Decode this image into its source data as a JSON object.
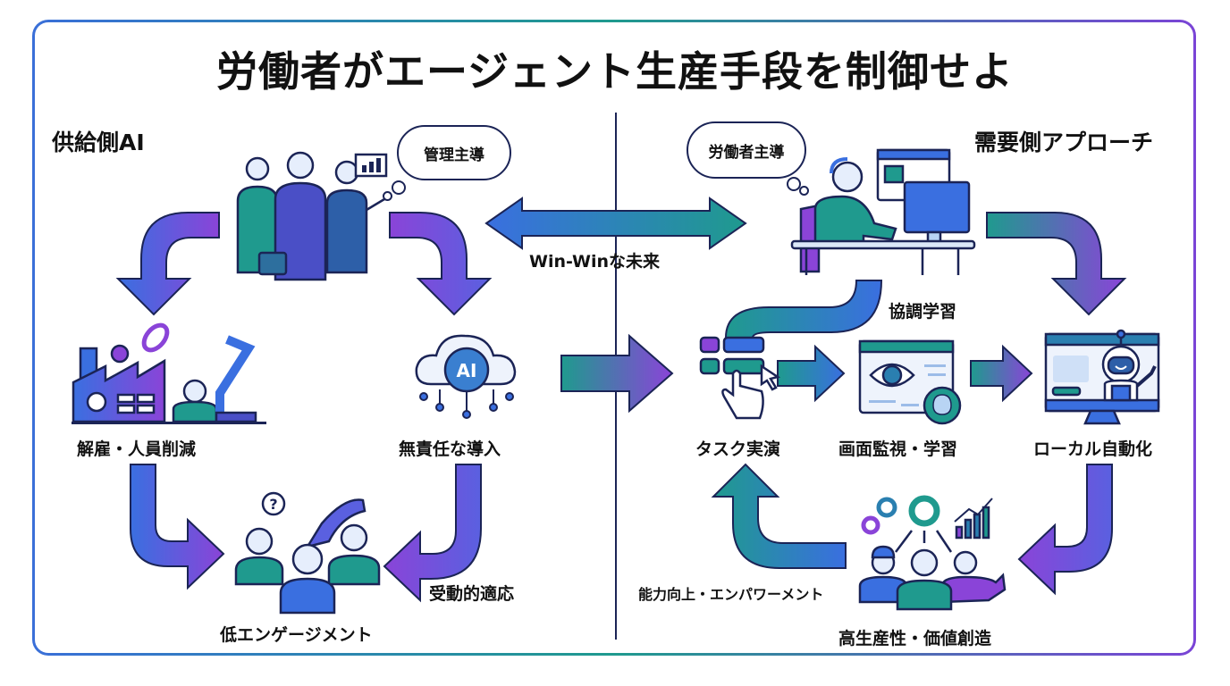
{
  "title": "労働者がエージェント生産手段を制御せよ",
  "left": {
    "section_label": "供給側AI",
    "thought": "管理主導",
    "nodes": {
      "layoffs": "解雇・人員削減",
      "irresponsible": "無責任な導入",
      "low_engagement": "低エンゲージメント"
    },
    "edge_labels": {
      "passive": "受動的適応"
    }
  },
  "center": {
    "win_win": "Win-Winな未来",
    "ai_badge": "AI"
  },
  "right": {
    "section_label": "需要側アプローチ",
    "thought": "労働者主導",
    "nodes": {
      "task_demo": "タスク実演",
      "screen_watch": "画面監視・学習",
      "local_auto": "ローカル自動化",
      "high_prod": "高生産性・価値創造"
    },
    "edge_labels": {
      "collab": "協調学習",
      "empower": "能力向上・エンパワーメント"
    }
  },
  "colors": {
    "blue": "#3a6fe0",
    "teal": "#1f9a8e",
    "purple": "#8a44d8",
    "navy": "#1b2456"
  }
}
